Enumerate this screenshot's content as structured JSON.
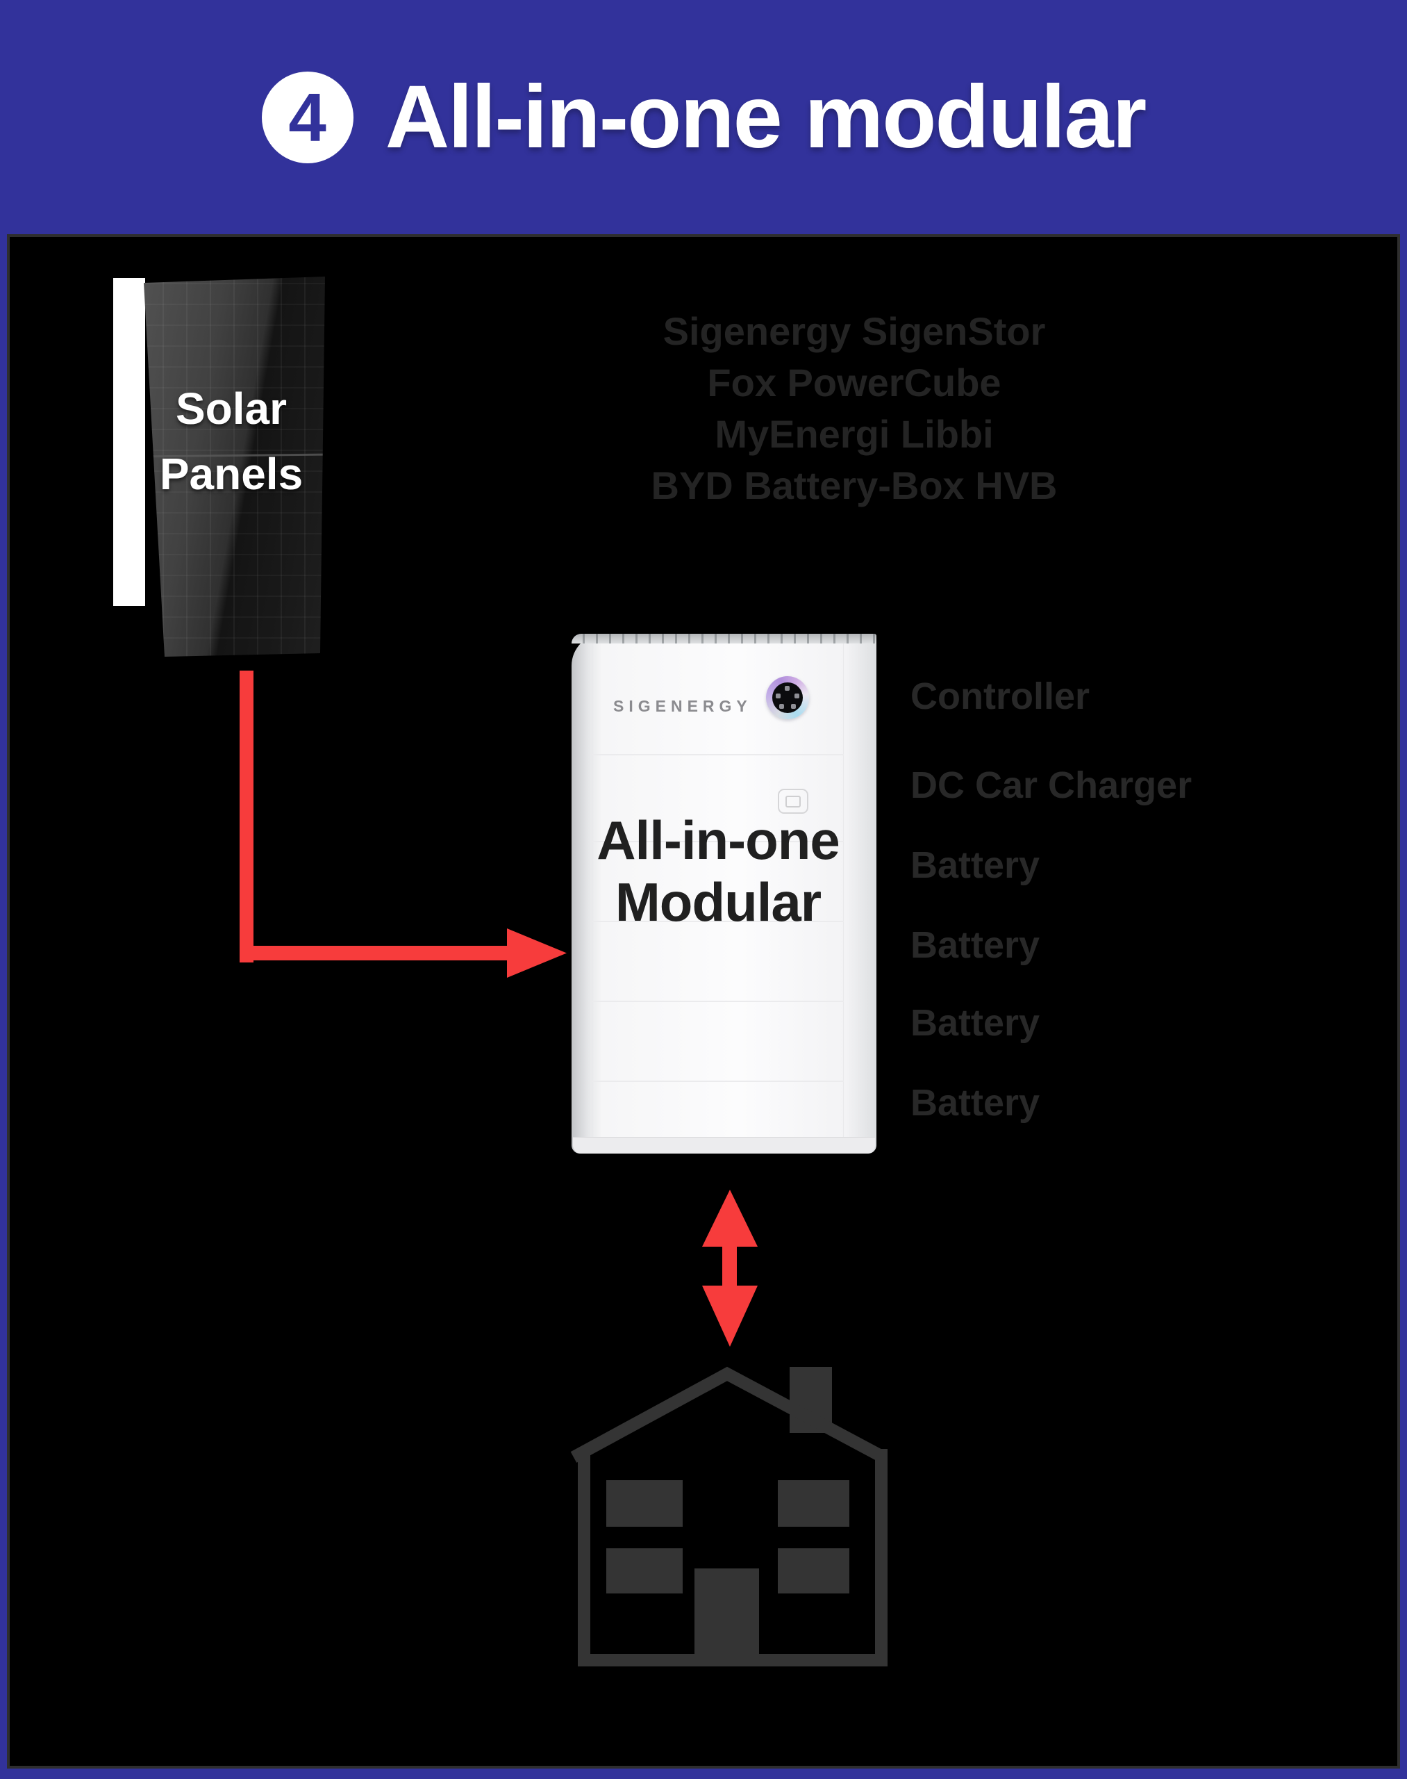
{
  "banner": {
    "number": "4",
    "title": "All-in-one modular"
  },
  "solar": {
    "line1": "Solar",
    "line2": "Panels"
  },
  "alternatives": {
    "lines": [
      "Sigenergy SigenStor",
      "Fox PowerCube",
      "MyEnergi Libbi",
      "BYD Battery-Box HVB"
    ]
  },
  "device": {
    "brand": "SIGENERGY",
    "label_line1": "All-in-one",
    "label_line2": "Modular"
  },
  "modules": [
    "Controller",
    "DC Car Charger",
    "Battery",
    "Battery",
    "Battery",
    "Battery"
  ],
  "colors": {
    "banner_bg": "#32329B",
    "content_bg": "#000000",
    "arrow_red": "#F73C3C",
    "faint_text": "#262626",
    "house_outline": "#343434",
    "device_body": "#FCFCFD"
  }
}
